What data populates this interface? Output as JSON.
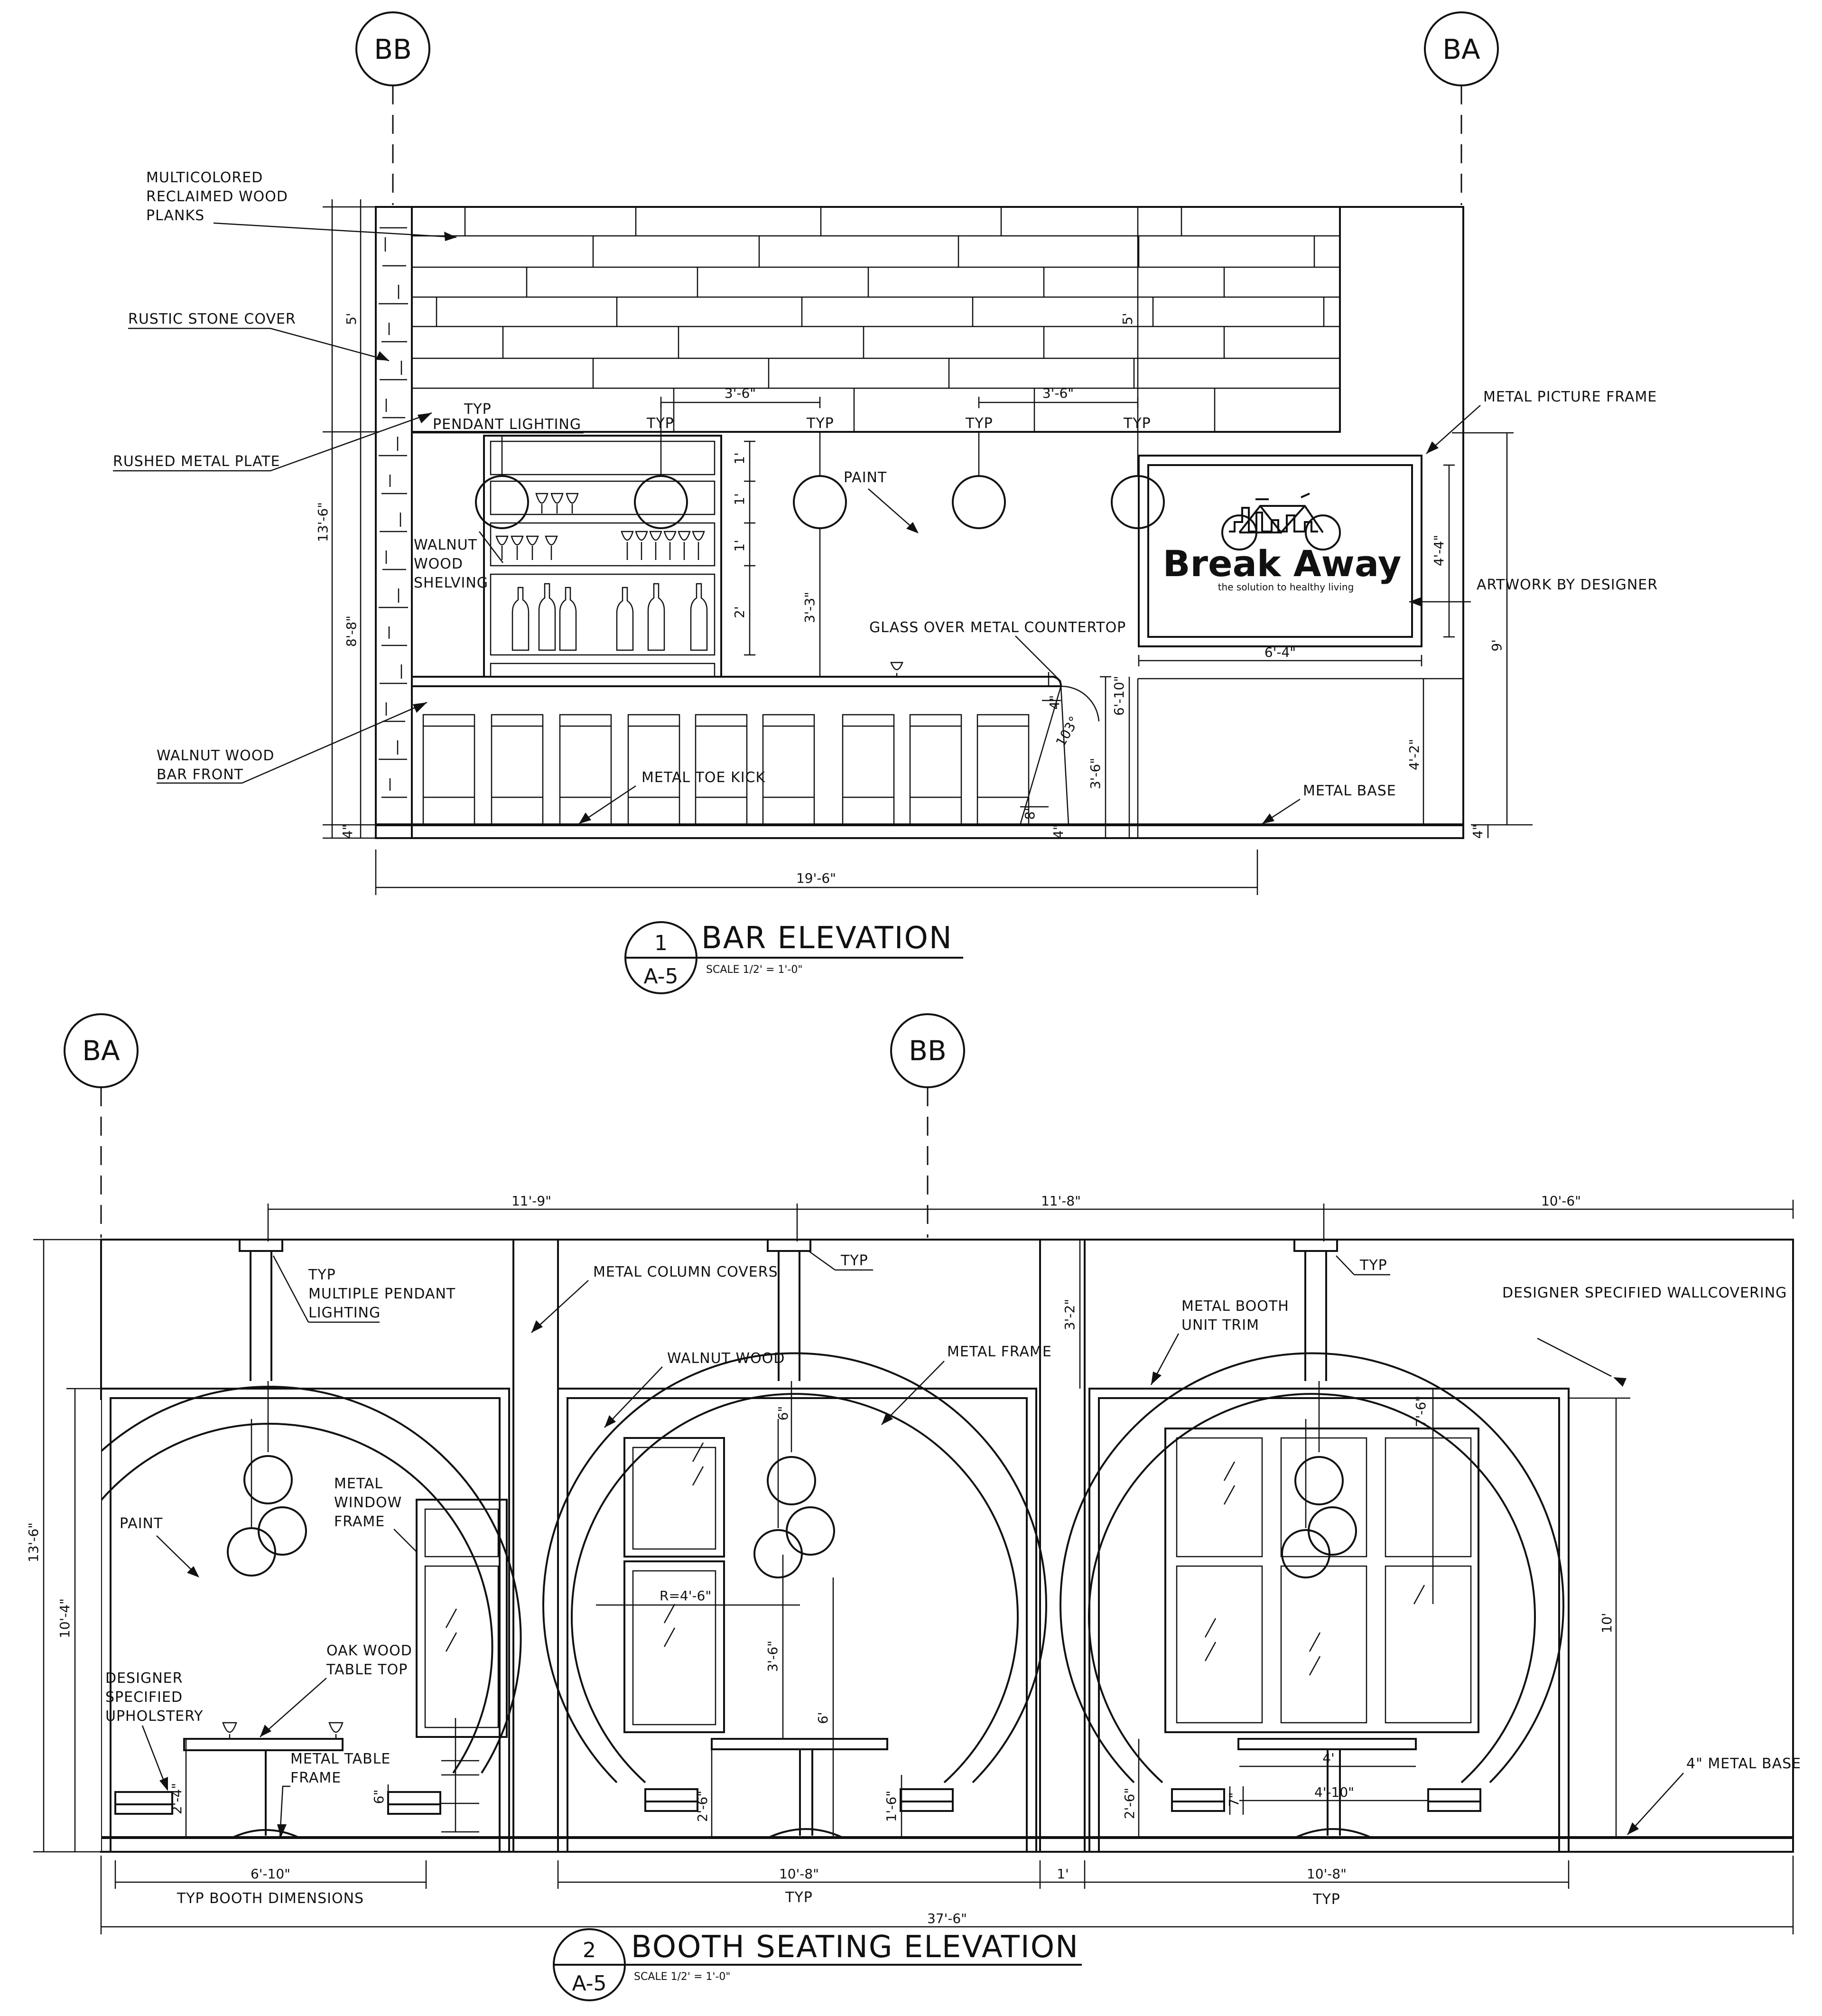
{
  "bar_elevation": {
    "title": "BAR ELEVATION",
    "number": "1",
    "sheet": "A-5",
    "scale": "SCALE 1/2' = 1'-0\"",
    "grid_left": "BB",
    "grid_right": "BA",
    "notes": {
      "wood_planks": [
        "MULTICOLORED",
        "RECLAIMED WOOD",
        "PLANKS"
      ],
      "stone": "RUSTIC STONE COVER",
      "metal_plate": "RUSHED METAL PLATE",
      "pendant": [
        "TYP",
        "PENDANT LIGHTING"
      ],
      "typ": "TYP",
      "shelving": [
        "WALNUT",
        "WOOD",
        "SHELVING"
      ],
      "paint": "PAINT",
      "countertop": "GLASS OVER METAL COUNTERTOP",
      "bar_front": [
        "WALNUT WOOD",
        "BAR FRONT"
      ],
      "toe_kick": "METAL TOE KICK",
      "metal_base": "METAL BASE",
      "picture_frame": "METAL PICTURE FRAME",
      "artwork": "ARTWORK BY DESIGNER"
    },
    "artwork_text": {
      "brand": "Break Away",
      "tagline": "the solution to healthy living"
    },
    "dims": {
      "overall_height": "13'-6\"",
      "upper": "5'",
      "upper_right": "5'",
      "lower": "8'-8\"",
      "base_left": "4\"",
      "base_right": "4\"",
      "base_mid": "4\"",
      "spacing_a": "3'-6\"",
      "spacing_b": "3'-6\"",
      "shelf1": "1'",
      "shelf2": "1'",
      "shelf3": "1'",
      "shelf4": "2'",
      "pendant_drop": "3'-3\"",
      "counter_height": "3'-6\"",
      "counter_lip": "6'-10\"",
      "angle": "103°",
      "lip": "4\"",
      "kick": "8\"",
      "frame_height": "4'-4\"",
      "frame_width": "6'-4\"",
      "frame_to_floor": "4'-2\"",
      "right_height": "9'",
      "bar_width": "19'-6\""
    }
  },
  "booth_elevation": {
    "title": "BOOTH SEATING ELEVATION",
    "number": "2",
    "sheet": "A-5",
    "scale": "SCALE 1/2' = 1'-0\"",
    "grid_left": "BA",
    "grid_mid": "BB",
    "notes": {
      "pendant": [
        "TYP",
        "MULTIPLE PENDANT",
        "LIGHTING"
      ],
      "column_covers": "METAL COLUMN COVERS",
      "typ": "TYP",
      "walnut": "WALNUT WOOD",
      "frame": "METAL FRAME",
      "trim": [
        "METAL BOOTH",
        "UNIT TRIM"
      ],
      "wallcovering": "DESIGNER SPECIFIED WALLCOVERING",
      "paint": "PAINT",
      "window_frame": [
        "METAL",
        "WINDOW",
        "FRAME"
      ],
      "table_top": [
        "OAK WOOD",
        "TABLE TOP"
      ],
      "upholstery": [
        "DESIGNER",
        "SPECIFIED",
        "UPHOLSTERY"
      ],
      "table_frame": [
        "METAL TABLE",
        "FRAME"
      ],
      "metal_base": "4\" METAL BASE"
    },
    "dims": {
      "span1": "11'-9\"",
      "span2": "11'-8\"",
      "span3": "10'-6\"",
      "overall_height": "13'-6\"",
      "booth_height": "10'-4\"",
      "soffit": "3'-2\"",
      "radius": "R=4'-6\"",
      "top_gap": "6\"",
      "drop": "3'-6\"",
      "table_h": "6'",
      "seat_a": "2'-4\"",
      "seat_b": "2'-6\"",
      "seat_c": "2'-6\"",
      "leg": "1'-6\"",
      "side_6": "6\"",
      "right_top": "7'-6\"",
      "right_10": "10'",
      "table_4": "4'",
      "table_4_10": "4'-10\"",
      "side_7": "7\"",
      "booth1": "6'-10\"",
      "booth1_label": "TYP BOOTH DIMENSIONS",
      "booth2": "10'-8\"",
      "booth2_label": "TYP",
      "col_gap": "1'",
      "booth3": "10'-8\"",
      "booth3_label": "TYP",
      "overall_width": "37'-6\""
    }
  }
}
